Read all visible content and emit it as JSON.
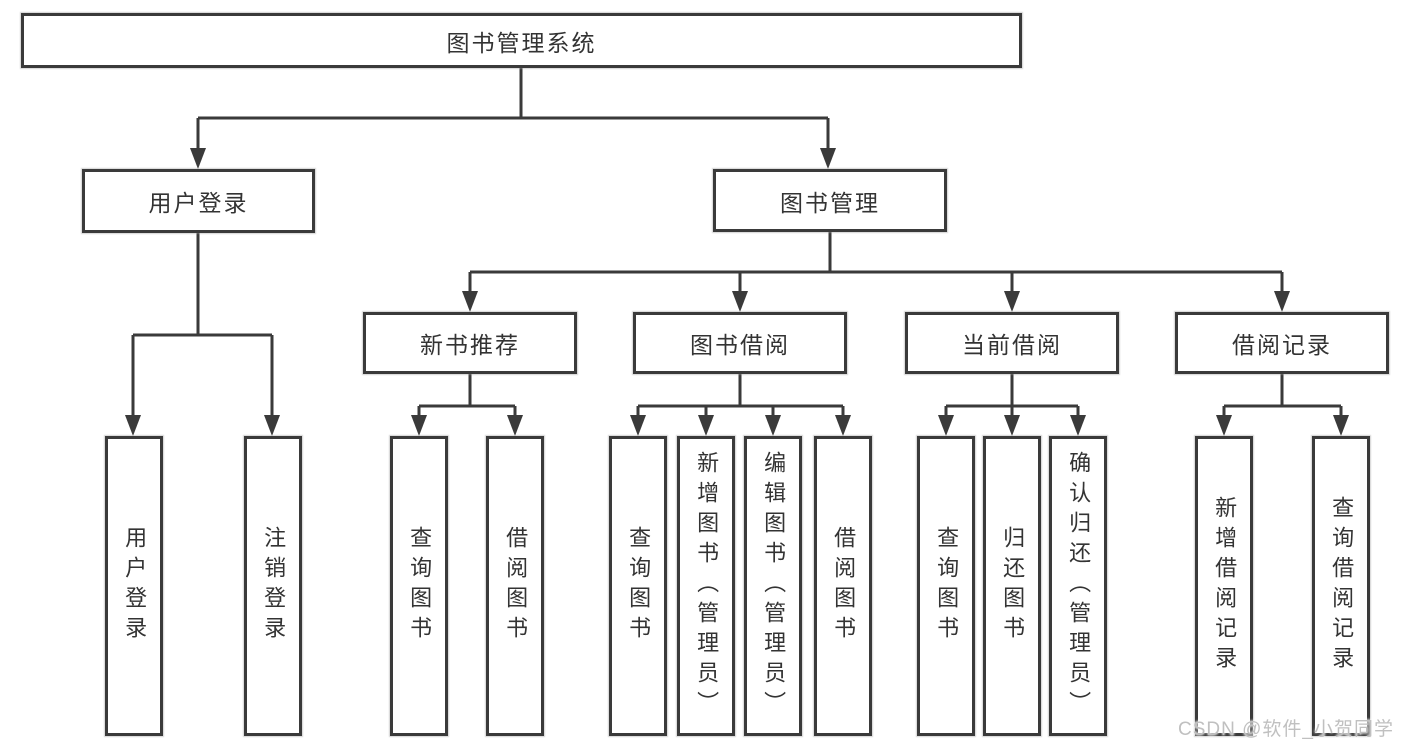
{
  "nodes": {
    "root": "图书管理系统",
    "level2": {
      "user_login": "用户登录",
      "book_management": "图书管理"
    },
    "level3": {
      "new_book_recommend": "新书推荐",
      "book_borrowing": "图书借阅",
      "current_borrowing": "当前借阅",
      "borrowing_records": "借阅记录"
    },
    "leaf": {
      "user_login": "用户登录",
      "logout": "注销登录",
      "nb_query": "查询图书",
      "nb_borrow": "借阅图书",
      "bb_query": "查询图书",
      "bb_add": "新增图书（管理员）",
      "bb_edit": "编辑图书（管理员）",
      "bb_borrow": "借阅图书",
      "cb_query": "查询图书",
      "cb_return": "归还图书",
      "cb_confirm": "确认归还（管理员）",
      "br_add": "新增借阅记录",
      "br_query": "查询借阅记录"
    }
  },
  "watermark": {
    "text": "CSDN @软件_小贺同学"
  },
  "colors": {
    "line": "#3a3a3a",
    "text": "#333333",
    "watermark": "#c0c0c0",
    "background": "#ffffff"
  }
}
